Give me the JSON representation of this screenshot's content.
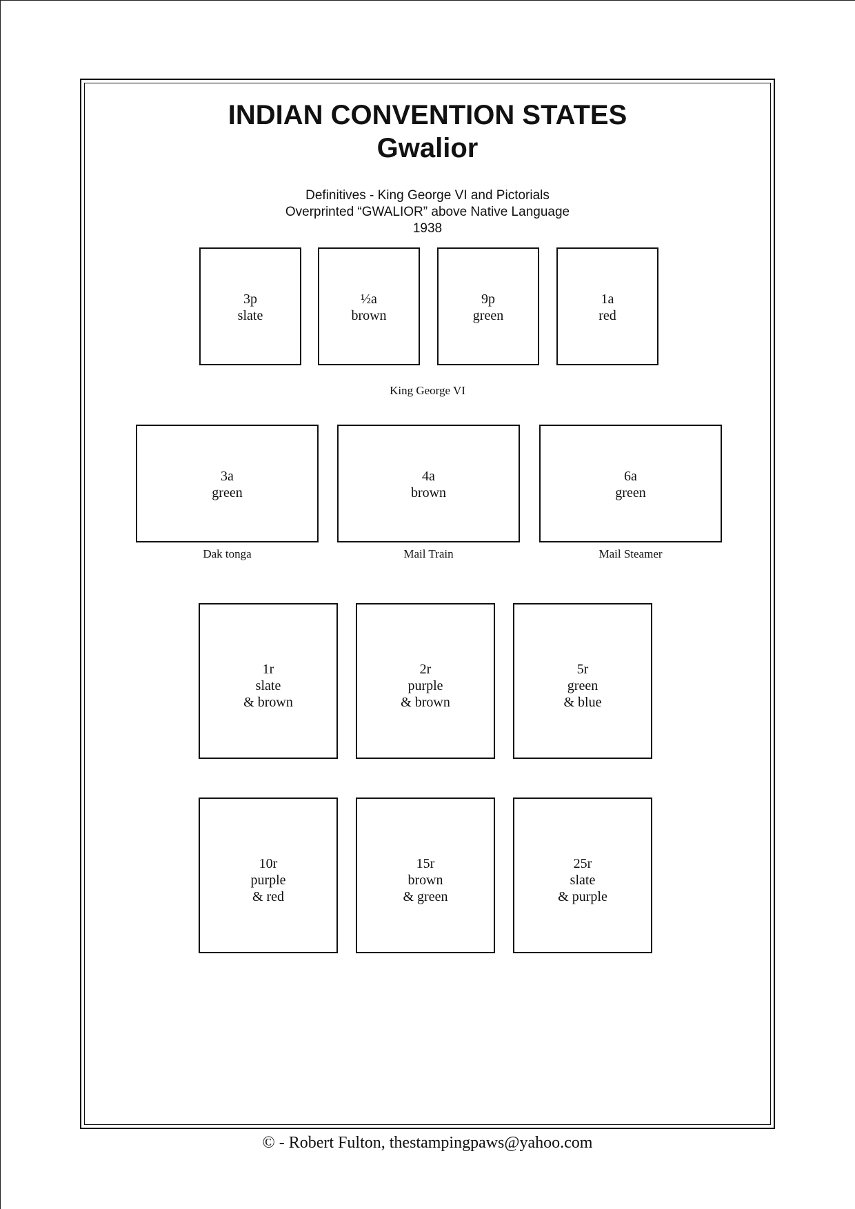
{
  "header": {
    "title": "INDIAN CONVENTION STATES",
    "subtitle": "Gwalior",
    "description_lines": [
      "Definitives - King George VI and Pictorials",
      "Overprinted “GWALIOR” above Native Language",
      "1938"
    ]
  },
  "rows": [
    {
      "caption": "King George VI",
      "stamps": [
        {
          "lines": [
            "3p",
            "slate"
          ]
        },
        {
          "lines": [
            "½a",
            "brown"
          ]
        },
        {
          "lines": [
            "9p",
            "green"
          ]
        },
        {
          "lines": [
            "1a",
            "red"
          ]
        }
      ]
    },
    {
      "stamps": [
        {
          "lines": [
            "3a",
            "green"
          ],
          "caption": "Dak tonga"
        },
        {
          "lines": [
            "4a",
            "brown"
          ],
          "caption": "Mail Train"
        },
        {
          "lines": [
            "6a",
            "green"
          ],
          "caption": "Mail Steamer"
        }
      ]
    },
    {
      "stamps": [
        {
          "lines": [
            "1r",
            "slate",
            "& brown"
          ]
        },
        {
          "lines": [
            "2r",
            "purple",
            "& brown"
          ]
        },
        {
          "lines": [
            "5r",
            "green",
            "& blue"
          ]
        }
      ]
    },
    {
      "stamps": [
        {
          "lines": [
            "10r",
            "purple",
            "& red"
          ]
        },
        {
          "lines": [
            "15r",
            "brown",
            "& green"
          ]
        },
        {
          "lines": [
            "25r",
            "slate",
            "& purple"
          ]
        }
      ]
    }
  ],
  "footer": {
    "copyright": "© -  Robert Fulton, thestampingpaws@yahoo.com"
  }
}
